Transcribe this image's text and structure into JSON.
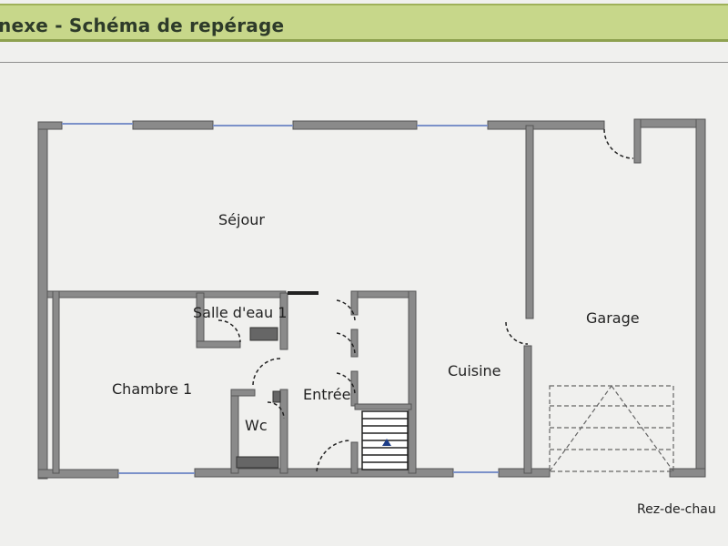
{
  "header": {
    "title": "nexe - Schéma de repérage"
  },
  "rooms": {
    "sejour": "Séjour",
    "garage": "Garage",
    "salle_eau": "Salle d'eau 1",
    "chambre": "Chambre 1",
    "entree": "Entrée",
    "cuisine": "Cuisine",
    "wc": "Wc"
  },
  "footer": {
    "level": "Rez-de-chau"
  },
  "colors": {
    "header_bg": "#c7d78a",
    "wall": "#8a8a8a",
    "window": "#7b91c9"
  }
}
